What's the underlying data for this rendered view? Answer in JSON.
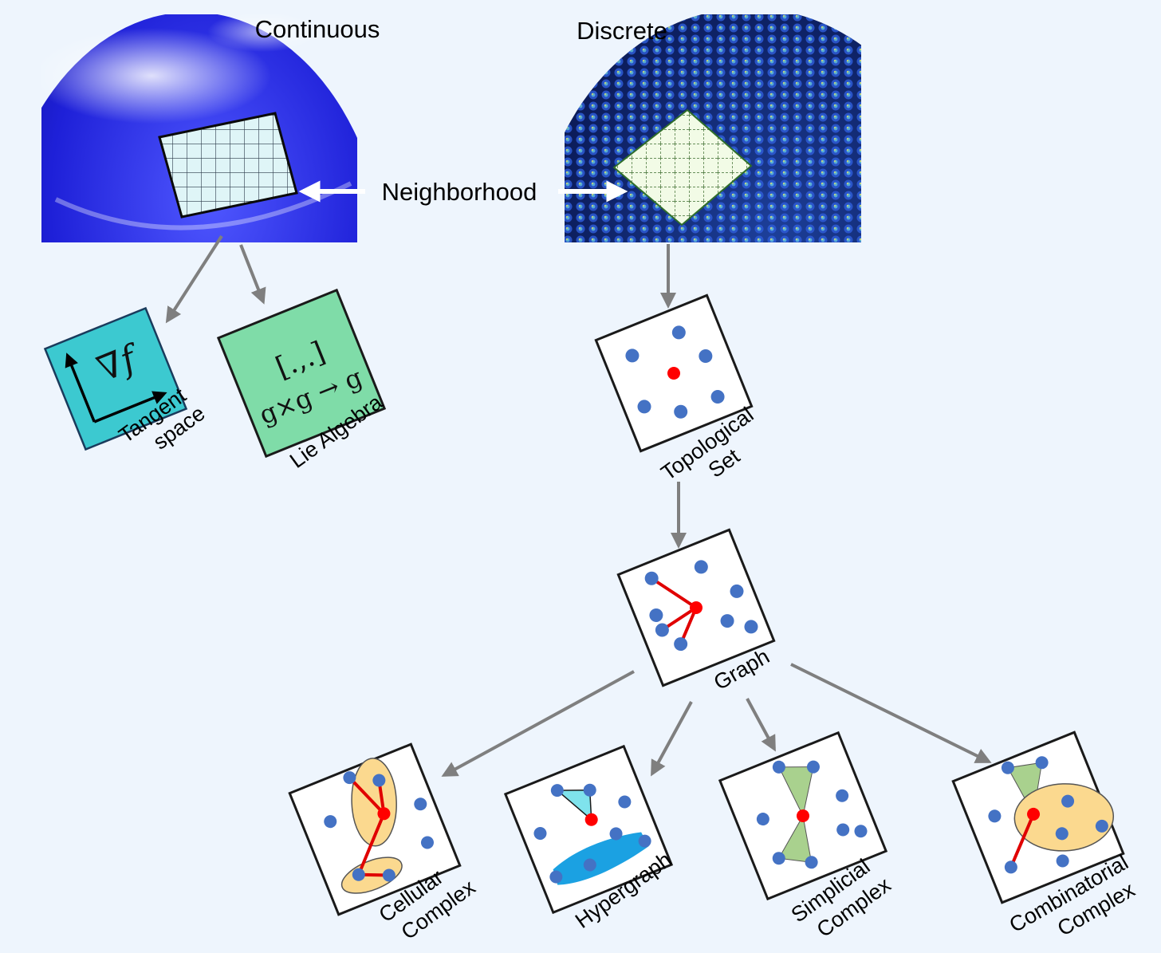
{
  "headings": {
    "continuous": "Continuous",
    "discrete": "Discrete",
    "neighborhood": "Neighborhood"
  },
  "labels": {
    "tangent": [
      "Tangent",
      "space"
    ],
    "lie": "Lie Algebra",
    "topological": [
      "Topological",
      "Set"
    ],
    "graph": "Graph",
    "cellular": [
      "Cellular",
      "Complex"
    ],
    "hypergraph": "Hypergraph",
    "simplicial": [
      "Simplicial",
      "Complex"
    ],
    "combinatorial": [
      "Combinatorial",
      "Complex"
    ]
  },
  "formulas": {
    "tangent_symbol": "∇f",
    "lie_bracket": "[.,.]",
    "lie_map": "g×g → g"
  },
  "colors": {
    "background": "#eef5fd",
    "sphere_blue": "#1f1fd0",
    "discrete_dark": "#0a1440",
    "arrow_gray": "#7f7f7f",
    "node_blue": "#4472c4",
    "node_red": "#ff0000",
    "edge_red": "#e00000",
    "cell_fill": "#fbd98f",
    "simplex_green": "#a9d18e",
    "hyperedge_blue": "#1ba1e2",
    "tangent_fill": "#3cc9d0",
    "lie_fill": "#7fdca8"
  }
}
